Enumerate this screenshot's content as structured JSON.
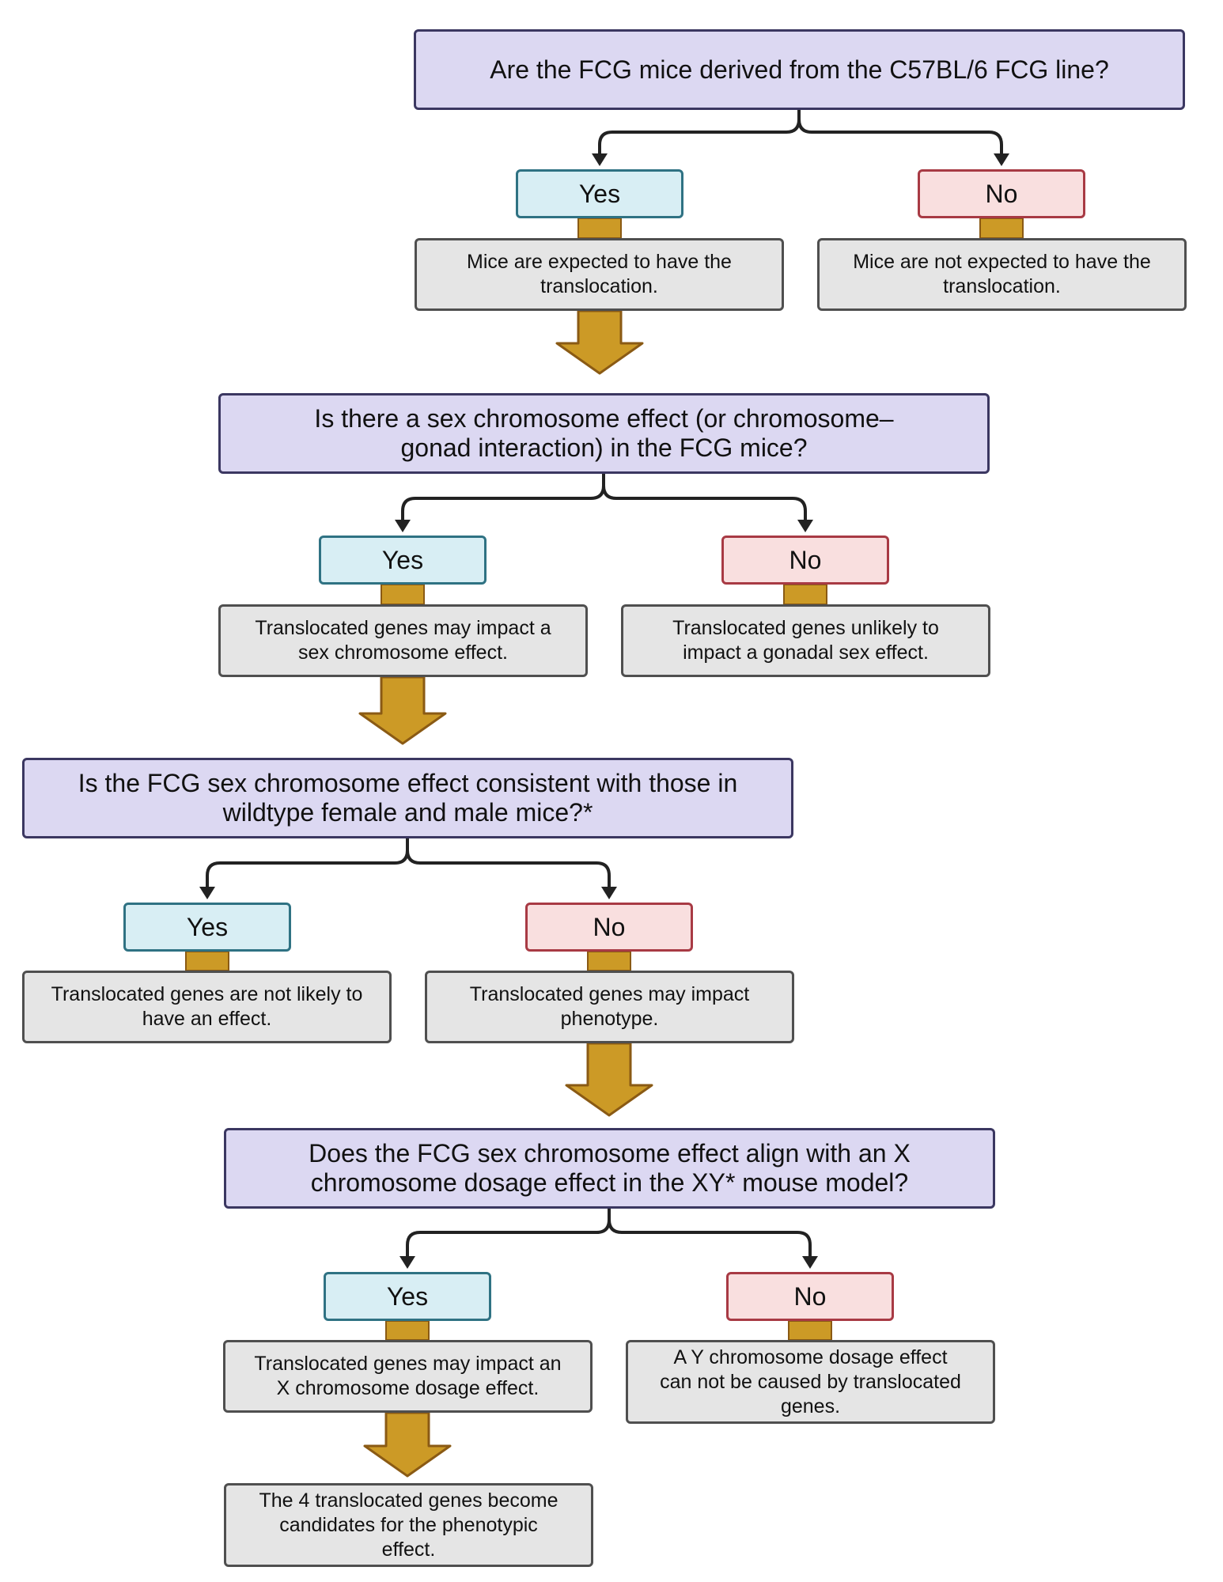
{
  "steps": [
    {
      "question": "Are the FCG mice derived from the C57BL/6 FCG line?",
      "yes_label": "Yes",
      "no_label": "No",
      "yes_outcome": "Mice are expected to have the translocation.",
      "no_outcome": "Mice are not expected to have the translocation."
    },
    {
      "question": "Is there a sex chromosome effect (or chromosome–gonad interaction) in the FCG mice?",
      "yes_label": "Yes",
      "no_label": "No",
      "yes_outcome": "Translocated genes may impact a sex chromosome effect.",
      "no_outcome": "Translocated genes unlikely to impact a gonadal sex effect."
    },
    {
      "question": "Is the FCG sex chromosome effect consistent with those in wildtype female and male mice?*",
      "yes_label": "Yes",
      "no_label": "No",
      "yes_outcome": "Translocated genes are not likely to have an effect.",
      "no_outcome": "Translocated genes may impact phenotype."
    },
    {
      "question": "Does the FCG sex chromosome effect align with an X chromosome dosage effect in the XY* mouse model?",
      "yes_label": "Yes",
      "no_label": "No",
      "yes_outcome": "Translocated genes may impact an X chromosome dosage effect.",
      "no_outcome": "A Y chromosome dosage effect can not be caused by translocated genes."
    }
  ],
  "final_outcome": "The 4 translocated genes become candidates for the phenotypic effect.",
  "colors": {
    "question_fill": "#dcd8f2",
    "question_border": "#3b3761",
    "yes_fill": "#d8eef4",
    "yes_border": "#2f7283",
    "no_fill": "#f9dfdf",
    "no_border": "#a83a44",
    "outcome_fill": "#e5e5e5",
    "outcome_border": "#4f4f4f",
    "arrow_fill": "#cc9a26",
    "arrow_border": "#8a5a14",
    "connector": "#222222"
  }
}
